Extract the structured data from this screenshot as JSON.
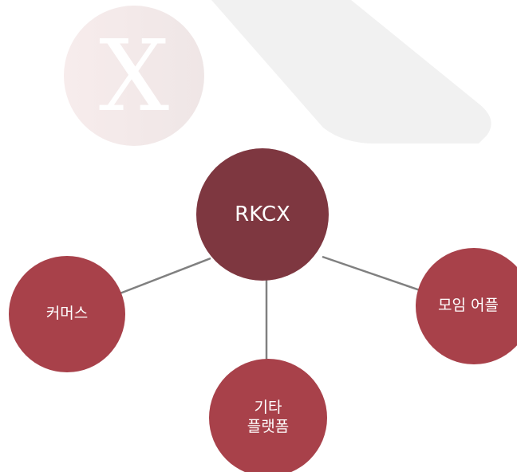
{
  "watermark": {
    "letter": "X"
  },
  "diagram": {
    "center": {
      "label": "RKCX"
    },
    "left": {
      "label": "커머스"
    },
    "right": {
      "label": "모임 어플"
    },
    "bottom": {
      "label": "기타\n플랫폼"
    }
  },
  "colors": {
    "center_fill": "#7e3740",
    "leaf_fill": "#a8414a",
    "connector": "#808080",
    "watermark_circle": "#f2e8e8",
    "watermark_band": "#f1f1f1"
  }
}
